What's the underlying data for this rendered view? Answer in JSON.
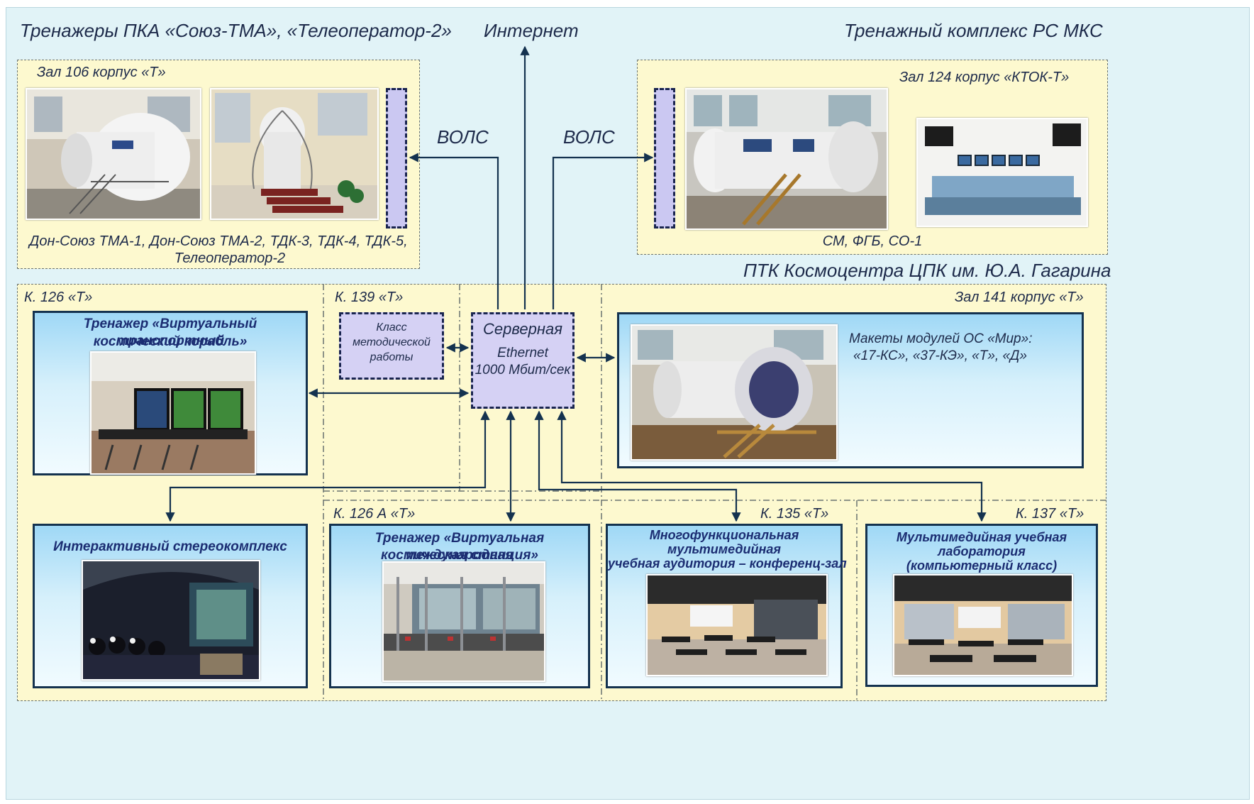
{
  "top": {
    "left_title": "Тренажеры ПКА «Союз-ТМА», «Телеоператор-2»",
    "internet": "Интернет",
    "right_title": "Тренажный комплекс РС МКС",
    "ptk_title": "ПТК Космоцентра ЦПК им. Ю.А. Гагарина"
  },
  "hall106": {
    "label": "Зал 106 корпус «Т»",
    "caption_line1": "Дон-Союз ТМА-1, Дон-Союз ТМА-2, ТДК-3, ТДК-4, ТДК-5,",
    "caption_line2": "Телеоператор-2"
  },
  "hall124": {
    "label": "Зал 124 корпус «КТОК-Т»",
    "caption": "СМ, ФГБ, СО-1"
  },
  "links": {
    "vols_left": "ВОЛС",
    "vols_right": "ВОЛС"
  },
  "server": {
    "title": "Серверная",
    "line1": "Ethernet",
    "line2": "1000 Мбит/сек"
  },
  "k139": {
    "label": "К. 139 «Т»",
    "line1": "Класс",
    "line2": "методической",
    "line3": "работы"
  },
  "k126": {
    "label": "К. 126 «Т»",
    "title_line1": "Тренажер «Виртуальный транспортный",
    "title_line2": "космический корабль»"
  },
  "hall141": {
    "label": "Зал 141 корпус «Т»",
    "desc_line1": "Макеты модулей ОС «Мир»:",
    "desc_line2": "«17-КС», «37-КЭ», «Т», «Д»"
  },
  "stereo": {
    "title": "Интерактивный стереокомплекс"
  },
  "k126a": {
    "label": "К. 126 А «Т»",
    "title_line1": "Тренажер «Виртуальная международная",
    "title_line2": "космическая станция»"
  },
  "k135": {
    "label": "К. 135 «Т»",
    "title_line1": "Многофункциональная",
    "title_line2": "мультимедийная",
    "title_line3": "учебная аудитория – конференц-зал"
  },
  "k137": {
    "label": "К. 137 «Т»",
    "title_line1": "Мультимедийная учебная",
    "title_line2": "лаборатория",
    "title_line3": "(компьютерный класс)"
  },
  "colors": {
    "background": "#e1f3f7",
    "zone": "#fdf9cf",
    "box_border": "#14324f",
    "server_fill": "#d5d1f4",
    "connector": "#14324f"
  }
}
